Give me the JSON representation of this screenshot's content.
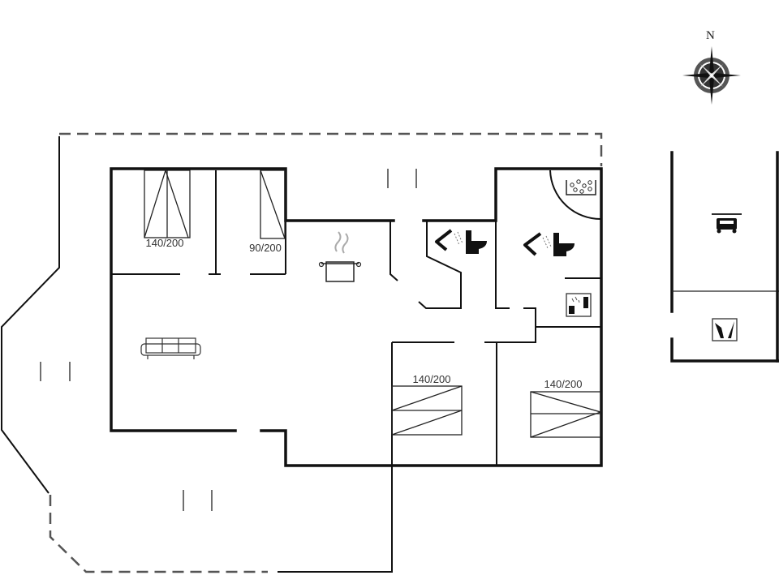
{
  "compass": {
    "north_label": "N",
    "icon": "compass-rose-icon"
  },
  "rooms": {
    "bedroom_1": {
      "bed_label": "140/200",
      "icon": "double-bed-icon"
    },
    "bedroom_2": {
      "bed_label": "90/200",
      "icon": "single-bed-icon"
    },
    "bedroom_3": {
      "bed_label": "140/200",
      "icon": "double-bed-icon"
    },
    "bedroom_4": {
      "bed_label": "140/200",
      "icon": "double-bed-icon"
    },
    "kitchen": {
      "icon": "cooking-pot-icon"
    },
    "living_room": {
      "icon": "sofa-icon"
    },
    "bathroom_1": {
      "icons": [
        "shower-icon",
        "toilet-icon"
      ]
    },
    "bathroom_2": {
      "icons": [
        "shower-icon",
        "toilet-icon",
        "whirlpool-spa-icon"
      ]
    },
    "utility": {
      "icon": "washing-machine-icon"
    },
    "carport": {
      "icon": "car-icon"
    },
    "annex": {
      "icon": "ski-storage-icon"
    }
  },
  "colors": {
    "wall": "#111111",
    "terrace_outline": "#555555",
    "background": "#ffffff"
  }
}
